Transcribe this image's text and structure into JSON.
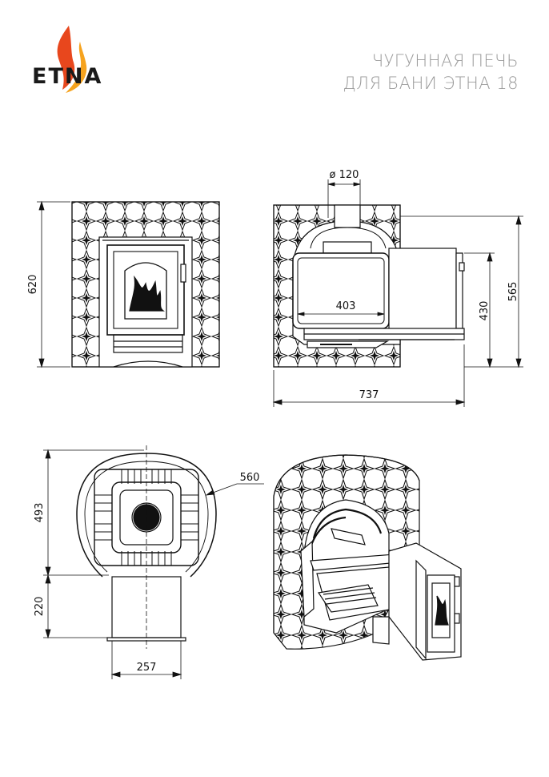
{
  "brand": {
    "name": "ETNA",
    "logo_icon": "flame-icon",
    "flame_colors": [
      "#e8471d",
      "#f6a31e"
    ]
  },
  "title": {
    "line1": "ЧУГУННАЯ ПЕЧЬ",
    "line2": "ДЛЯ БАНИ ЭТНА 18"
  },
  "dimensions": {
    "flue_diameter": "ø 120",
    "front_height": "620",
    "firebox_depth": "403",
    "door_height": "430",
    "side_height": "565",
    "total_length": "737",
    "top_width": "560",
    "top_depth": "493",
    "tunnel_length": "220",
    "tunnel_width": "257"
  }
}
